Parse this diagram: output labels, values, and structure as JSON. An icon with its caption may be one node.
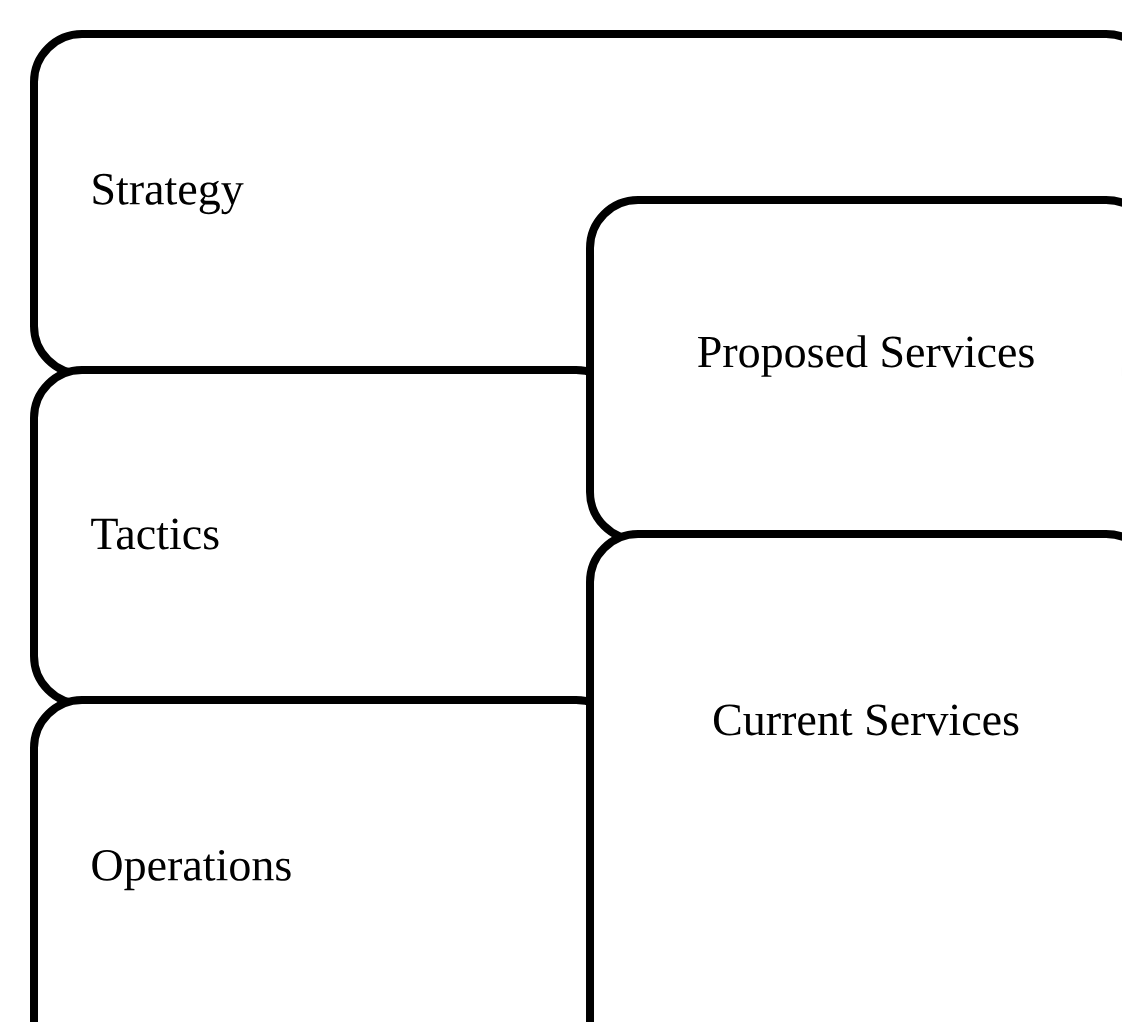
{
  "diagram": {
    "nodes": [
      {
        "text": [
          "Strategy"
        ]
      },
      {
        "text": [
          "Tactics"
        ]
      },
      {
        "text": [
          "Operations"
        ]
      },
      {
        "text": [
          "Proposed Services"
        ]
      },
      {
        "text": [
          "Current Services"
        ]
      }
    ]
  }
}
